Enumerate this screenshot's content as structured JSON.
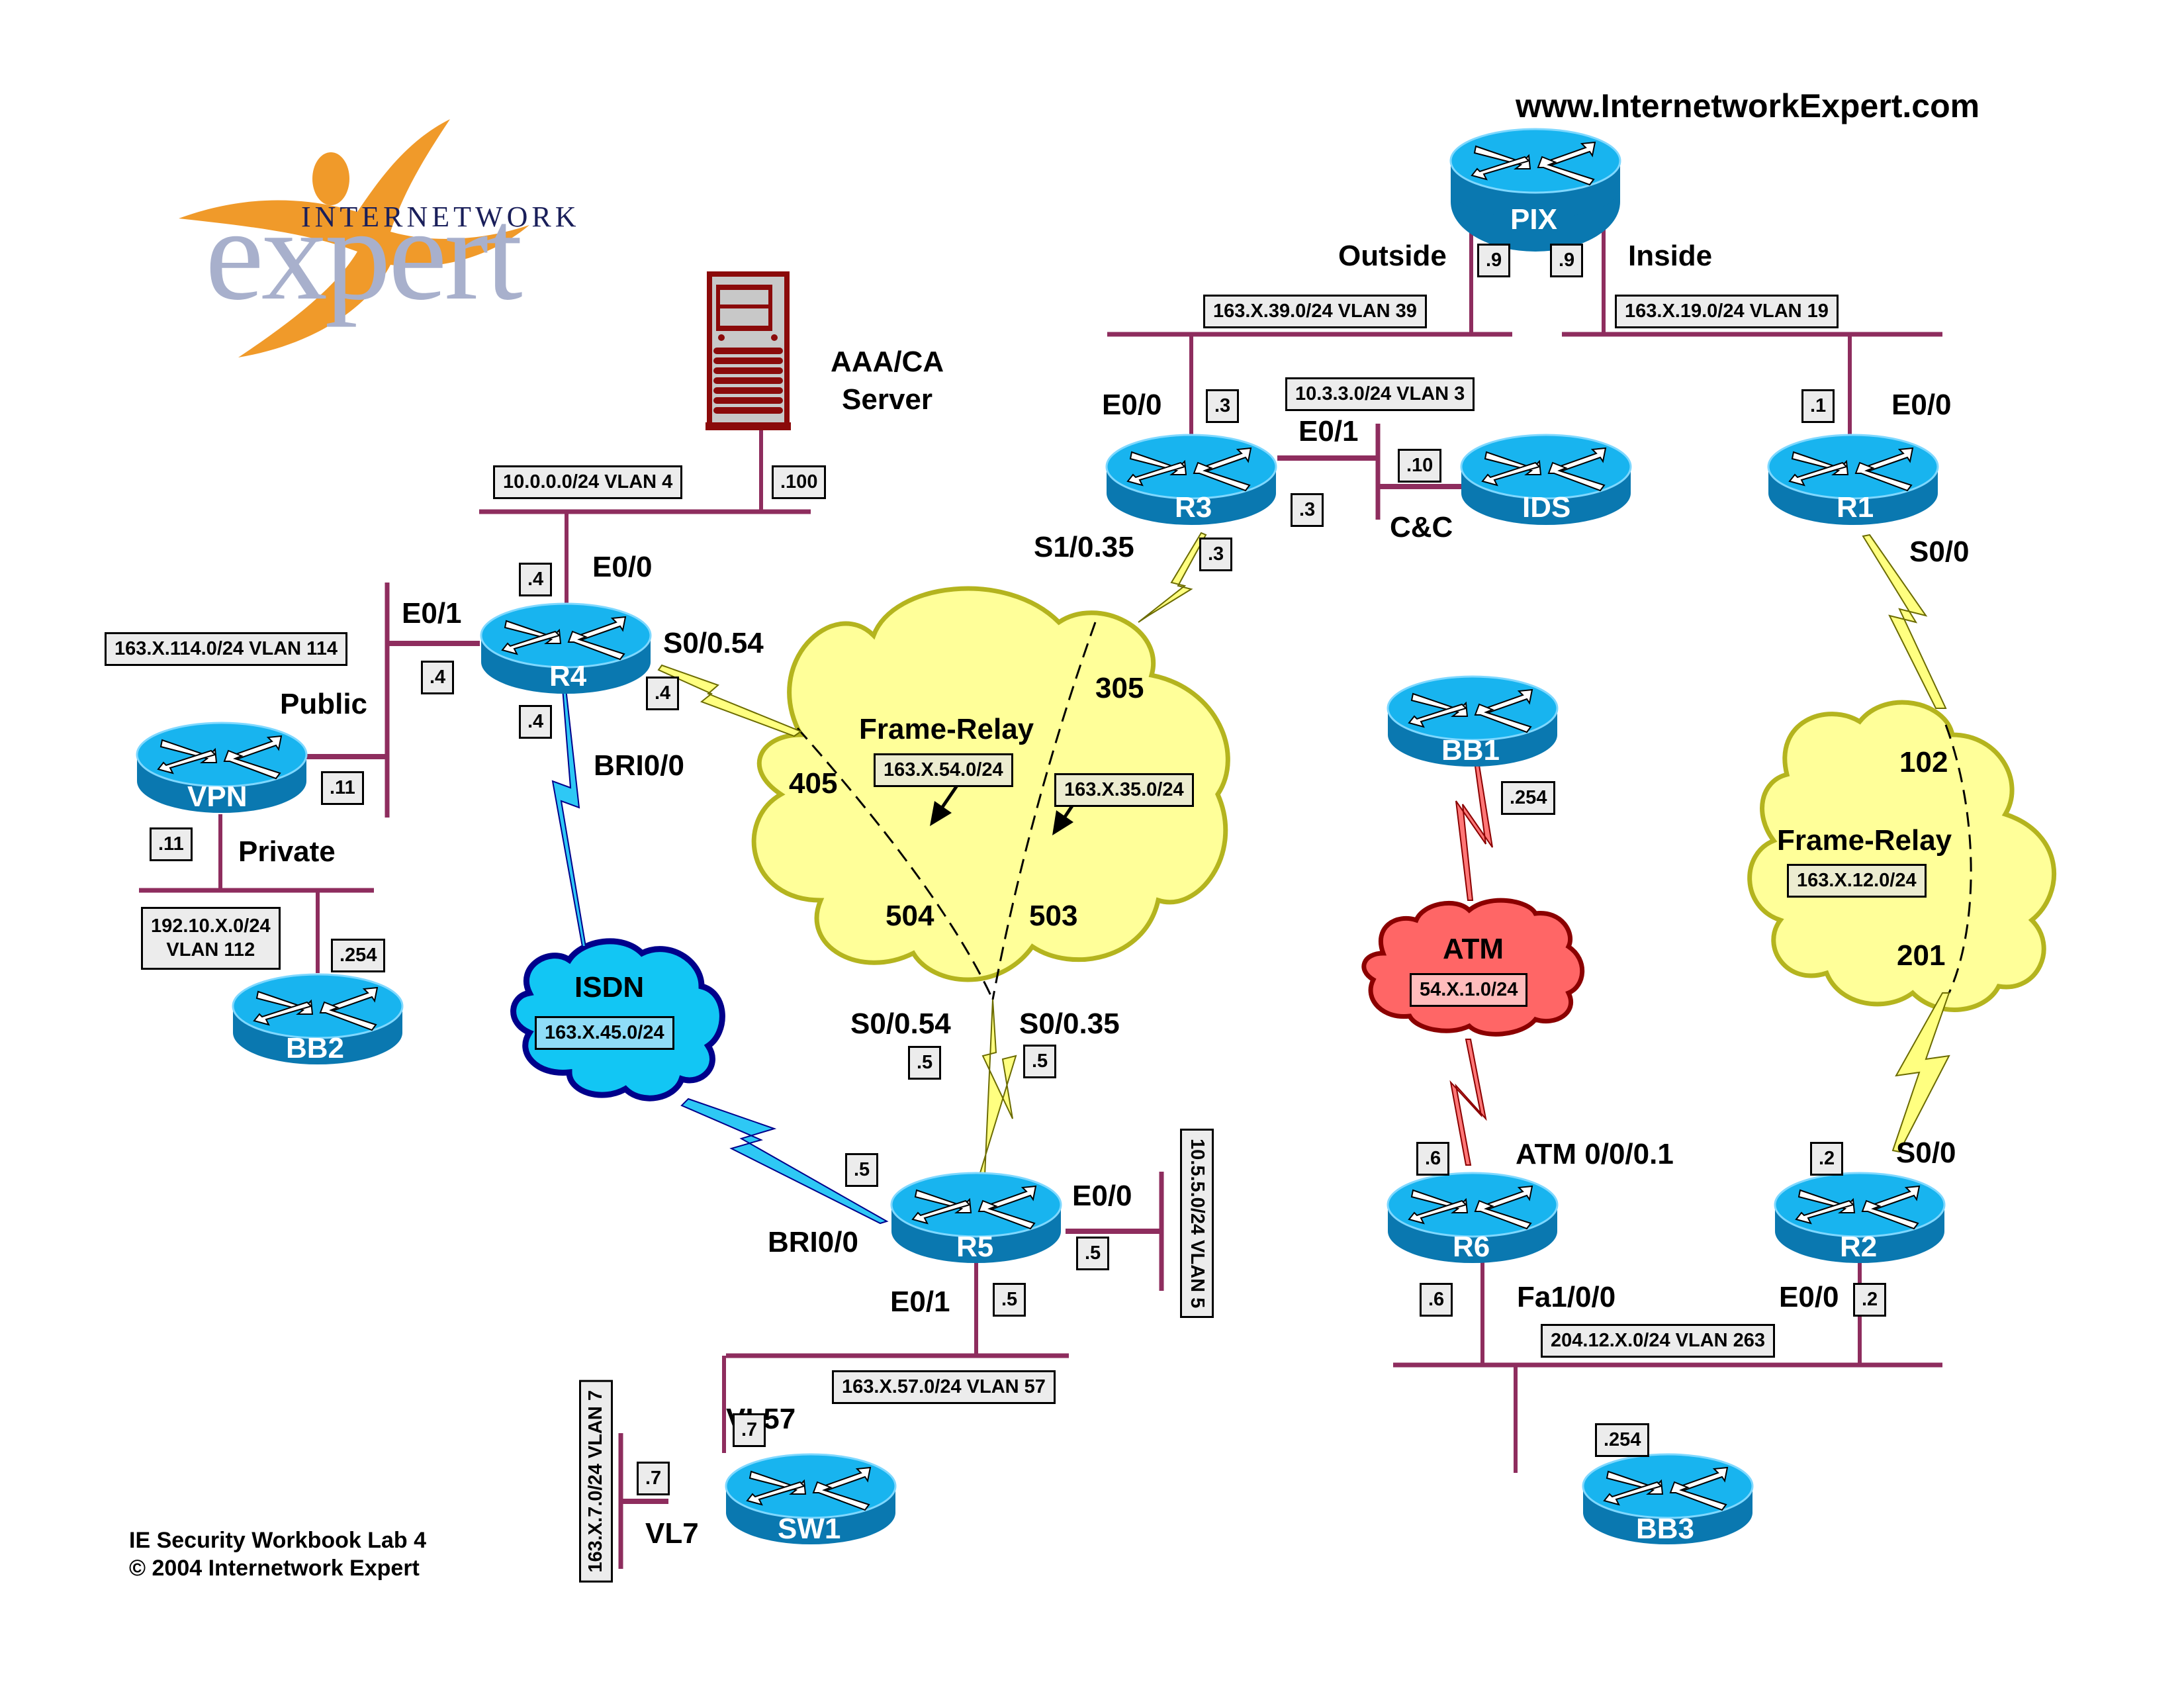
{
  "header": {
    "website": "www.InternetworkExpert.com",
    "logo_top": "INTERNETWORK",
    "logo_main": "expert"
  },
  "footer": {
    "line1": "IE Security Workbook Lab 4",
    "line2": "© 2004 Internetwork Expert"
  },
  "colors": {
    "ethernet": "#8e2d5e",
    "router_top": "#18b4ef",
    "router_side": "#0a78b0",
    "frame_relay_cloud": "#ffff99",
    "frame_relay_outline": "#b4b41e",
    "isdn_cloud": "#12c6f4",
    "isdn_outline": "#00008b",
    "atm_cloud": "#ff6666",
    "atm_outline": "#8b0000",
    "serial_link": "#ffff80",
    "isdn_link": "#2ec8f5",
    "atm_link": "#ff7777",
    "logo_orange": "#f09a2a",
    "logo_grey": "#a8b0cc",
    "server": "#8b0a0a"
  },
  "devices": {
    "pix": {
      "name": "PIX",
      "icon": "firewall-router-icon"
    },
    "r1": {
      "name": "R1",
      "icon": "router-icon"
    },
    "r2": {
      "name": "R2",
      "icon": "router-icon"
    },
    "r3": {
      "name": "R3",
      "icon": "router-icon"
    },
    "r4": {
      "name": "R4",
      "icon": "router-icon"
    },
    "r5": {
      "name": "R5",
      "icon": "router-icon"
    },
    "r6": {
      "name": "R6",
      "icon": "router-icon"
    },
    "ids": {
      "name": "IDS",
      "icon": "router-icon"
    },
    "vpn": {
      "name": "VPN",
      "icon": "router-icon"
    },
    "bb1": {
      "name": "BB1",
      "icon": "router-icon"
    },
    "bb2": {
      "name": "BB2",
      "icon": "router-icon"
    },
    "bb3": {
      "name": "BB3",
      "icon": "router-icon"
    },
    "sw1": {
      "name": "SW1",
      "icon": "switch-icon"
    },
    "aaa": {
      "name_line1": "AAA/CA",
      "name_line2": "Server",
      "icon": "server-icon"
    }
  },
  "clouds": {
    "fr_main": {
      "title": "Frame-Relay",
      "subnet_a": "163.X.54.0/24",
      "subnet_b": "163.X.35.0/24",
      "dlci_405": "405",
      "dlci_504": "504",
      "dlci_305": "305",
      "dlci_503": "503"
    },
    "fr_right": {
      "title": "Frame-Relay",
      "subnet": "163.X.12.0/24",
      "dlci_102": "102",
      "dlci_201": "201"
    },
    "isdn": {
      "title": "ISDN",
      "subnet": "163.X.45.0/24"
    },
    "atm": {
      "title": "ATM",
      "subnet": "54.X.1.0/24"
    }
  },
  "subnets": {
    "vlan39": "163.X.39.0/24 VLAN 39",
    "vlan19": "163.X.19.0/24 VLAN 19",
    "vlan3": "10.3.3.0/24 VLAN 3",
    "vlan4": "10.0.0.0/24 VLAN 4",
    "vlan114": "163.X.114.0/24 VLAN 114",
    "vlan112_line1": "192.10.X.0/24",
    "vlan112_line2": "VLAN 112",
    "vlan5": "10.5.5.0/24 VLAN 5",
    "vlan57": "163.X.57.0/24 VLAN 57",
    "vlan7": "163.X.7.0/24 VLAN 7",
    "vlan263": "204.12.X.0/24 VLAN 263"
  },
  "interfaces": {
    "pix_outside": "Outside",
    "pix_inside": "Inside",
    "r3_e00": "E0/0",
    "r3_e01": "E0/1",
    "ids_cc": "C&C",
    "r3_s1035": "S1/0.35",
    "r1_e00": "E0/0",
    "r1_s00": "S0/0",
    "r4_e00": "E0/0",
    "r4_e01": "E0/1",
    "r4_s0054": "S0/0.54",
    "r4_bri": "BRI0/0",
    "vpn_public": "Public",
    "vpn_private": "Private",
    "r5_s0054": "S0/0.54",
    "r5_s0035": "S0/0.35",
    "r5_bri": "BRI0/0",
    "r5_e00": "E0/0",
    "r5_e01": "E0/1",
    "sw1_vl57": "VL57",
    "sw1_vl7": "VL7",
    "r6_atm": "ATM 0/0/0.1",
    "r6_fa": "Fa1/0/0",
    "r2_s00": "S0/0",
    "r2_e00": "E0/0"
  },
  "hosts": {
    "pix_out": ".9",
    "pix_in": ".9",
    "r3_e00": ".3",
    "r3_e01": ".3",
    "r3_s1": ".3",
    "ids": ".10",
    "r1_e00": ".1",
    "aaa": ".100",
    "r4_e00": ".4",
    "r4_e01": ".4",
    "r4_s0": ".4",
    "r4_bri": ".4",
    "vpn_pub": ".11",
    "vpn_priv": ".11",
    "bb2": ".254",
    "bb1": ".254",
    "r5_s054": ".5",
    "r5_s035": ".5",
    "r5_bri": ".5",
    "r5_e00": ".5",
    "r5_e01": ".5",
    "sw1_vl57": ".7",
    "sw1_vl7": ".7",
    "r6_atm": ".6",
    "r6_fa": ".6",
    "r2_s00": ".2",
    "r2_e00": ".2",
    "bb3": ".254"
  }
}
